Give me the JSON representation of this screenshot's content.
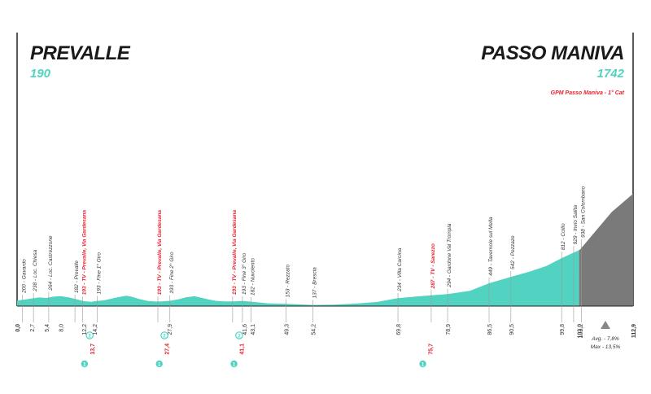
{
  "header": {
    "start_name": "PREVALLE",
    "start_altitude": "190",
    "end_name": "PASSO MANIVA",
    "end_altitude": "1742",
    "gpm_label": "GPM Passo Maniva - 1° Cat"
  },
  "colors": {
    "profile": "#52d3c2",
    "climb": "#7a7a7a",
    "red": "#e8232f",
    "text": "#333333"
  },
  "chart_data": {
    "type": "area",
    "xlim": [
      0,
      112.9
    ],
    "profile_km": [
      0,
      1.5,
      2.7,
      4,
      5.4,
      6.5,
      8,
      9.5,
      11,
      12.2,
      13.7,
      14.2,
      16,
      18,
      20,
      21,
      22.5,
      24,
      25.5,
      26.5,
      27.4,
      27.9,
      29.5,
      31,
      32.5,
      33.5,
      35,
      36.5,
      38,
      39.5,
      41.1,
      41.6,
      43.1,
      46,
      49.3,
      52,
      54.2,
      58,
      62,
      66,
      69.8,
      74,
      78.9,
      83,
      86.5,
      90.5,
      94,
      97,
      99.8,
      103.0,
      103.2,
      106,
      109,
      112.9
    ],
    "profile_alt": [
      200,
      215,
      230,
      245,
      238,
      255,
      264,
      245,
      218,
      190,
      182,
      190,
      203,
      240,
      270,
      255,
      220,
      193,
      186,
      188,
      193,
      195,
      218,
      248,
      262,
      245,
      218,
      195,
      188,
      188,
      193,
      193,
      182,
      160,
      153,
      143,
      137,
      140,
      155,
      180,
      234,
      265,
      294,
      340,
      449,
      542,
      620,
      700,
      812,
      929,
      938,
      1200,
      1480,
      1742
    ],
    "climb_from_km": 103.0,
    "km_ticks": [
      "0,0",
      "2,7",
      "5,4",
      "8,0",
      "12,2",
      "14,2",
      "27,9",
      "41,6",
      "43,1",
      "49,3",
      "54,2",
      "69,8",
      "78,9",
      "86,5",
      "90,5",
      "99,8",
      "103,0",
      "103,2",
      "112,9"
    ],
    "km_tick_values": [
      0,
      2.7,
      5.4,
      8.0,
      12.2,
      14.2,
      27.9,
      41.6,
      43.1,
      49.3,
      54.2,
      69.8,
      78.9,
      86.5,
      90.5,
      99.8,
      103.0,
      103.2,
      112.9
    ],
    "places": [
      {
        "km": 1.6,
        "text": "200 - Gavardo",
        "red": false
      },
      {
        "km": 3.6,
        "text": "238 - Loc. Chiesa",
        "red": false
      },
      {
        "km": 6.4,
        "text": "264 - Loc. Castrezzone",
        "red": false
      },
      {
        "km": 11.2,
        "text": "182 - Prevalle",
        "red": false
      },
      {
        "km": 12.6,
        "text": "193 - TV - Prevalle, Via Gardesana",
        "red": true
      },
      {
        "km": 15.3,
        "text": "193 - Fine 1° Giro",
        "red": false
      },
      {
        "km": 26.4,
        "text": "193 - TV - Prevalle, Via Gardesana",
        "red": true
      },
      {
        "km": 28.6,
        "text": "193 - Fine 2° Giro",
        "red": false
      },
      {
        "km": 40.1,
        "text": "193 - TV - Prevalle, Via Gardesana",
        "red": true
      },
      {
        "km": 41.9,
        "text": "193 - Fine 3° Giro",
        "red": false
      },
      {
        "km": 43.5,
        "text": "182 - Nuvolento",
        "red": false
      },
      {
        "km": 49.9,
        "text": "153 - Rezzato",
        "red": false
      },
      {
        "km": 54.8,
        "text": "137 - Brescia",
        "red": false
      },
      {
        "km": 70.4,
        "text": "234 - Villa Carcina",
        "red": false
      },
      {
        "km": 76.5,
        "text": "287 - TV - Sarezzo",
        "red": true
      },
      {
        "km": 79.5,
        "text": "294 - Gardone Val Trompia",
        "red": false
      },
      {
        "km": 87.1,
        "text": "449 - Tavernole sul Mella",
        "red": false
      },
      {
        "km": 91.1,
        "text": "542 - Pezzaze",
        "red": false
      },
      {
        "km": 100.4,
        "text": "812 - Collio",
        "red": false
      },
      {
        "km": 102.6,
        "text": "929 - Invio Salita",
        "red": false
      },
      {
        "km": 104.0,
        "text": "938 - San Colombano",
        "red": false
      }
    ],
    "red_kms": [
      {
        "km": 13.7,
        "text": "13,7",
        "badge": "1"
      },
      {
        "km": 27.4,
        "text": "27,4",
        "badge": "1"
      },
      {
        "km": 41.1,
        "text": "41,1",
        "badge": "1"
      },
      {
        "km": 75.7,
        "text": "75,7",
        "badge": "1"
      }
    ],
    "lap_badges": [
      {
        "km": 14.2,
        "badge": "2"
      },
      {
        "km": 27.9,
        "badge": "2"
      },
      {
        "km": 41.6,
        "badge": "2"
      }
    ],
    "climb_stats": {
      "avg": "Avg. - 7,8%",
      "max": "Max - 13,5%"
    }
  }
}
